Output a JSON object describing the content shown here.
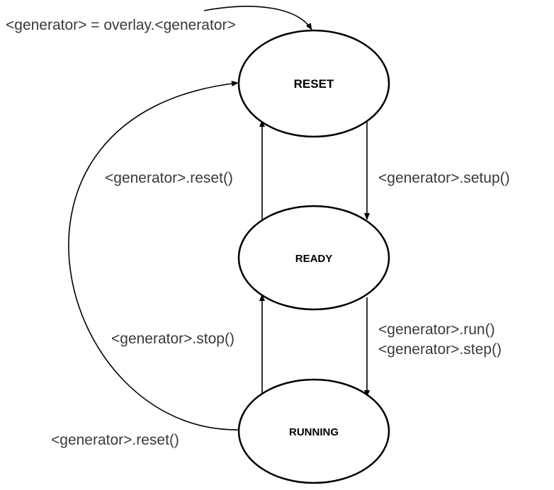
{
  "states": {
    "reset": "RESET",
    "ready": "READY",
    "running": "RUNNING"
  },
  "transitions": {
    "init": "<generator> = overlay.<generator>",
    "setup": "<generator>.setup()",
    "ready_reset": "<generator>.reset()",
    "run": "<generator>.run()",
    "step": "<generator>.step()",
    "stop": "<generator>.stop()",
    "running_reset": "<generator>.reset()"
  },
  "colors": {
    "stroke": "#000000",
    "label_text": "#3a3a3a",
    "background": "#ffffff"
  }
}
